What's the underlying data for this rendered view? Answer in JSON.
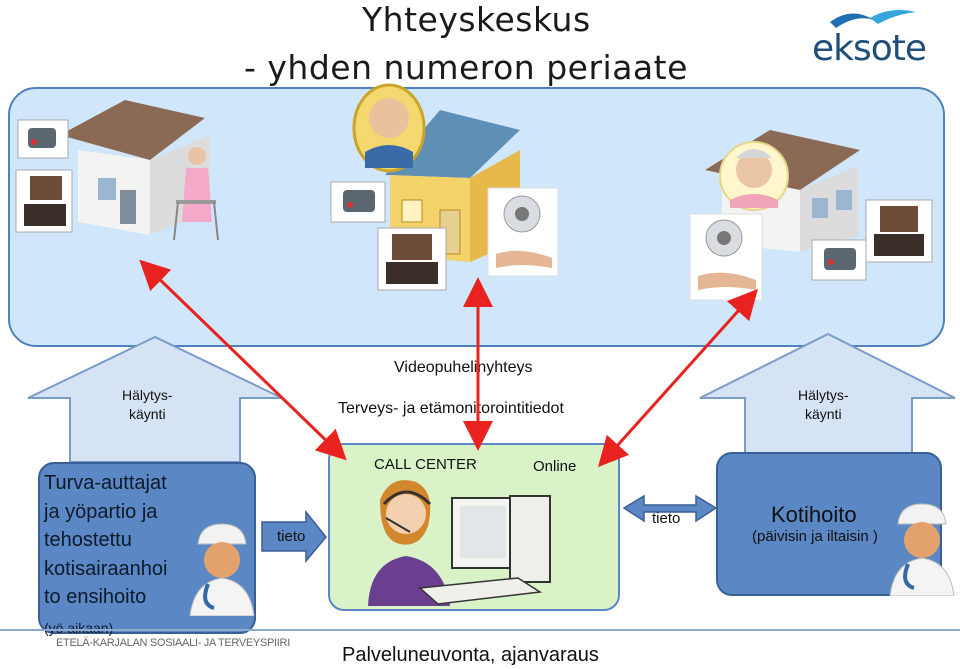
{
  "title": {
    "line1": "Yhteyskeskus",
    "line2": "- yhden numeron periaate"
  },
  "logo": {
    "text": "eksote"
  },
  "arrows": {
    "left_up": "Hälytys-\nkäynti",
    "right_up": "Hälytys-\nkäynti",
    "left_tieto": "tieto",
    "right_tieto": "tieto"
  },
  "center_labels": {
    "video": "Videopuhelinyhteys",
    "monitoring": "Terveys- ja etämonitorointitiedot"
  },
  "call_center": {
    "title": "CALL CENTER",
    "status": "Online"
  },
  "left_box": {
    "text": "Turva-auttajat\nja yöpartio ja\ntehostettu\nkotisairaanhoi\nto ensihoito",
    "note": "(yö aikaan)"
  },
  "right_box": {
    "title": "Kotihoito",
    "subtitle": "(päivisin ja iltaisin )"
  },
  "footer": {
    "org": "ETELÄ-KARJALAN SOSIAALI- JA TERVEYSPIIRI",
    "service": "Palveluneuvonta, ajanvaraus"
  },
  "colors": {
    "panel": "#cfe6fb",
    "panel_border": "#4f81bd",
    "box_blue": "#5b87c5",
    "box_green": "#d9f2c8",
    "red_arrow": "#e8231f",
    "up_arrow": "#d6e3f5",
    "logo_blue": "#1f6fb2"
  },
  "icons": [
    "house-icon",
    "elderly-woman-walker-icon",
    "elderly-man-portrait-icon",
    "elderly-woman-portrait-icon",
    "alarm-device-icon",
    "video-phone-icon",
    "hand-sensor-icon",
    "call-center-agent-icon",
    "nurse-icon"
  ]
}
